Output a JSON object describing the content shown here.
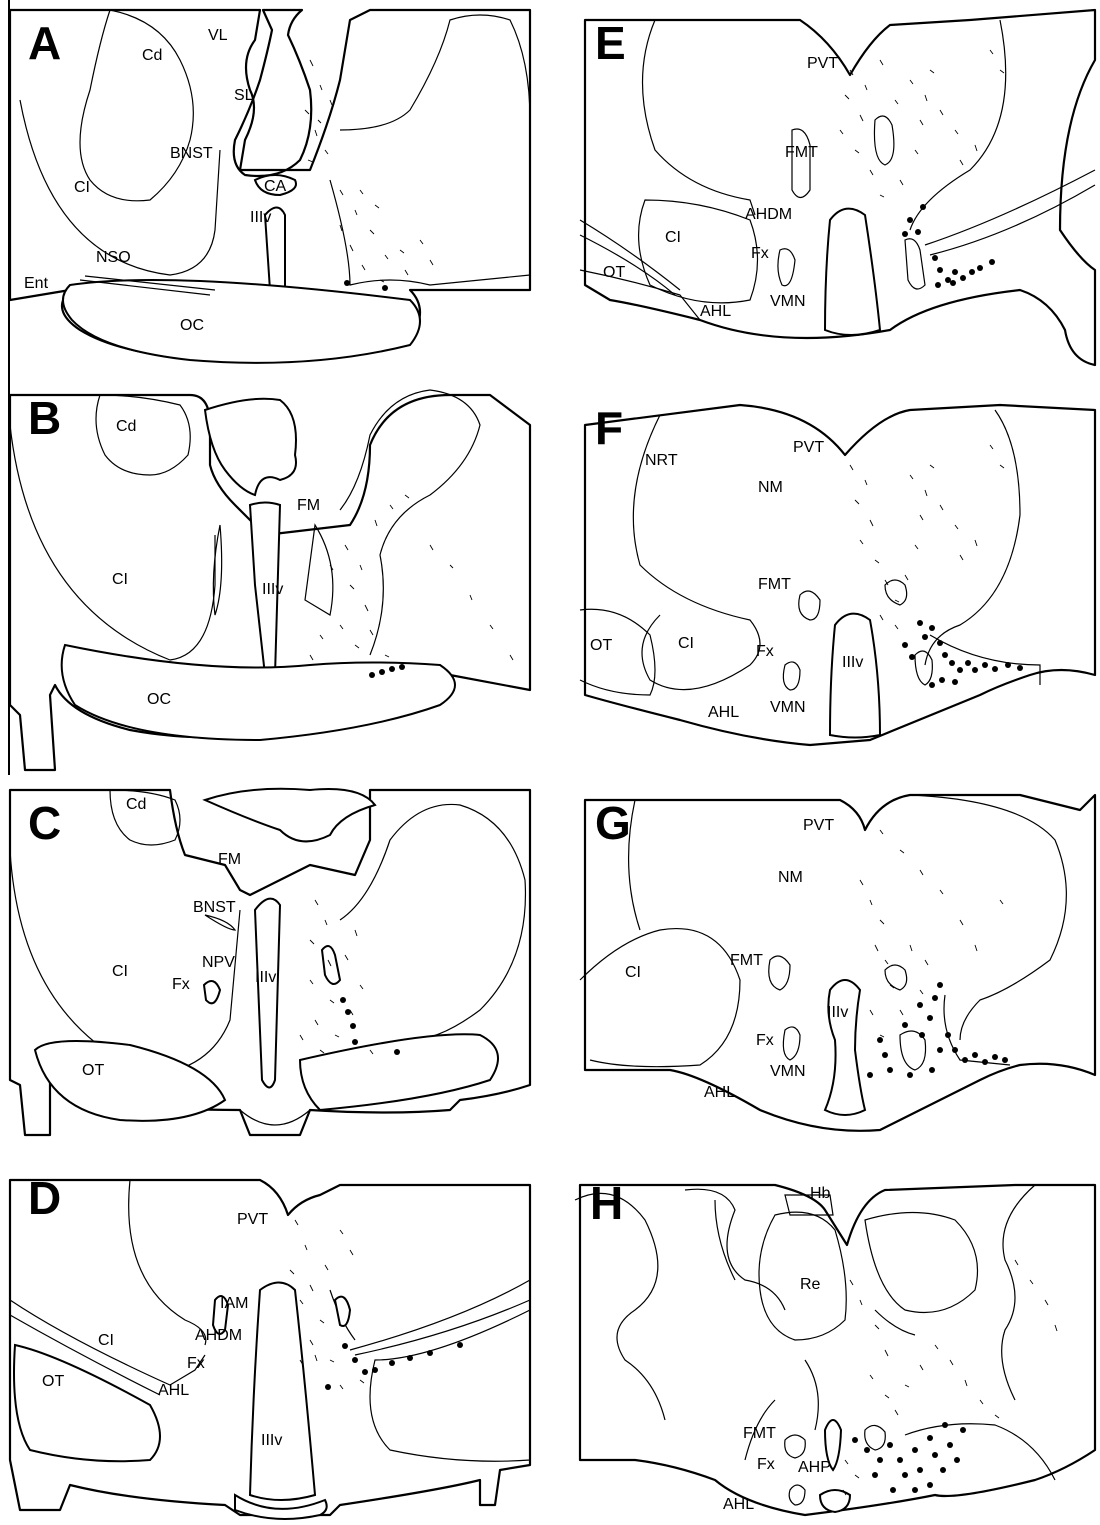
{
  "panels": [
    {
      "letter": "A",
      "labels": [
        "Cd",
        "VL",
        "SL",
        "BNST",
        "CI",
        "CA",
        "IIIv",
        "NSO",
        "Ent",
        "OC"
      ]
    },
    {
      "letter": "B",
      "labels": [
        "Cd",
        "FM",
        "CI",
        "IIIv",
        "OC"
      ]
    },
    {
      "letter": "C",
      "labels": [
        "Cd",
        "FM",
        "BNST",
        "CI",
        "NPV",
        "Fx",
        "IIIv",
        "OT"
      ]
    },
    {
      "letter": "D",
      "labels": [
        "PVT",
        "IAM",
        "CI",
        "AHDM",
        "Fx",
        "OT",
        "AHL",
        "IIIv"
      ]
    },
    {
      "letter": "E",
      "labels": [
        "PVT",
        "FMT",
        "AHDM",
        "CI",
        "Fx",
        "OT",
        "VMN",
        "AHL"
      ]
    },
    {
      "letter": "F",
      "labels": [
        "NRT",
        "PVT",
        "NM",
        "FMT",
        "OT",
        "CI",
        "Fx",
        "IIIv",
        "AHL",
        "VMN"
      ]
    },
    {
      "letter": "G",
      "labels": [
        "PVT",
        "NM",
        "CI",
        "FMT",
        "IIIv",
        "Fx",
        "VMN",
        "AHL"
      ]
    },
    {
      "letter": "H",
      "labels": [
        "Hb",
        "Re",
        "FMT",
        "Fx",
        "AHP",
        "AHL"
      ]
    }
  ]
}
